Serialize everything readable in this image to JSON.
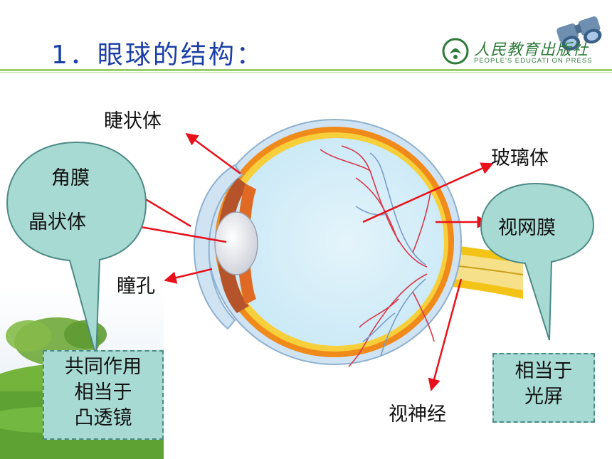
{
  "title": "1．眼球的结构：",
  "logo": {
    "name": "人民教育出版社",
    "subtitle": "PEOPLE'S EDUCATI ON PRESS",
    "icon": "pep-logo-icon"
  },
  "labels": {
    "ciliary": "睫状体",
    "cornea": "角膜",
    "lens": "晶状体",
    "pupil": "瞳孔",
    "vitreous": "玻璃体",
    "retina": "视网膜",
    "optic_nerve": "视神经"
  },
  "notes": {
    "left": [
      "共同作用",
      "相当于",
      "凸透镜"
    ],
    "right": [
      "相当于",
      "光屏"
    ]
  },
  "colors": {
    "title": "#1a3fa6",
    "bubble": "#a8dad4",
    "arrow": "#e8101a",
    "accent_line": "#9acd6a"
  }
}
